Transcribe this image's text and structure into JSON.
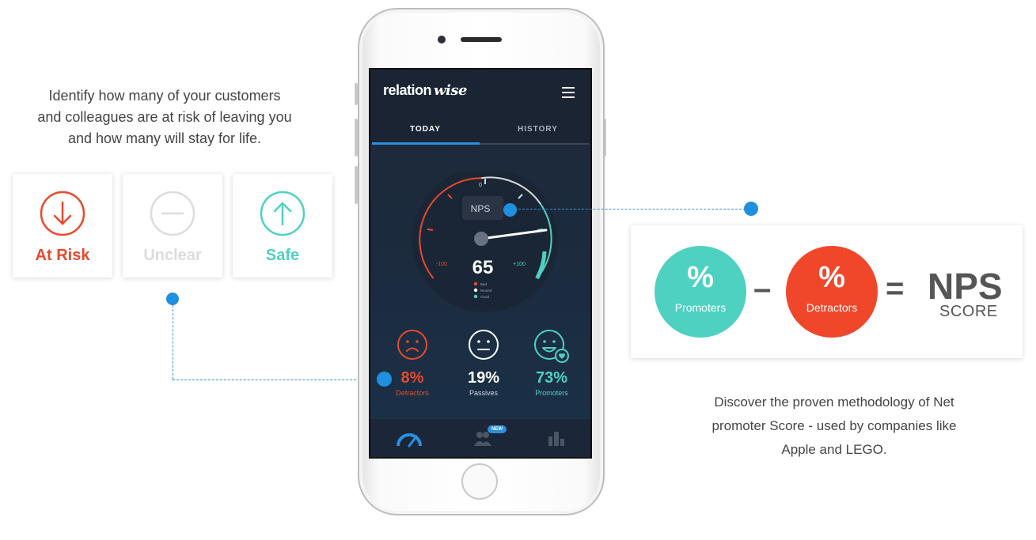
{
  "intro": {
    "line1": "Identify how many of your customers",
    "line2": "and colleagues are at risk of leaving you",
    "line3": "and how many will stay for life."
  },
  "status_cards": [
    {
      "label": "At Risk",
      "color": "#e8492e",
      "icon": "arrow-down-circle-icon"
    },
    {
      "label": "Unclear",
      "color": "#dcdcdc",
      "icon": "minus-circle-icon"
    },
    {
      "label": "Safe",
      "color": "#4fd1c1",
      "icon": "arrow-up-circle-icon"
    }
  ],
  "app": {
    "brand_bold": "relation",
    "brand_italic": "wise",
    "tabs": [
      {
        "label": "TODAY",
        "active": true
      },
      {
        "label": "HISTORY",
        "active": false
      }
    ],
    "gauge": {
      "label": "NPS",
      "value": "65",
      "min_label": "-100",
      "mid_label": "0",
      "max_label": "+100",
      "legend": [
        "Bad",
        "Neutral",
        "Good"
      ],
      "legend_colors": [
        "#e8492e",
        "#ffffff",
        "#4fd1c1"
      ]
    },
    "stats": [
      {
        "pct": "8%",
        "label": "Detractors",
        "color": "#e8492e",
        "icon": "sad-face-icon"
      },
      {
        "pct": "19%",
        "label": "Passives",
        "color": "#ffffff",
        "icon": "neutral-face-icon"
      },
      {
        "pct": "73%",
        "label": "Promoters",
        "color": "#4fd1c1",
        "icon": "happy-face-icon"
      }
    ],
    "bottom_nav": {
      "new_badge": "NEW"
    }
  },
  "formula": {
    "promoters_symbol": "%",
    "promoters_label": "Promoters",
    "minus": "–",
    "detractors_symbol": "%",
    "detractors_label": "Detractors",
    "equals": "=",
    "result_big": "NPS",
    "result_small": "SCORE",
    "promoters_color": "#4fd1c1",
    "detractors_color": "#f0472b"
  },
  "description": {
    "line1": "Discover the proven methodology of Net",
    "line2": "promoter Score - used by companies like",
    "line3": "Apple and LEGO."
  }
}
